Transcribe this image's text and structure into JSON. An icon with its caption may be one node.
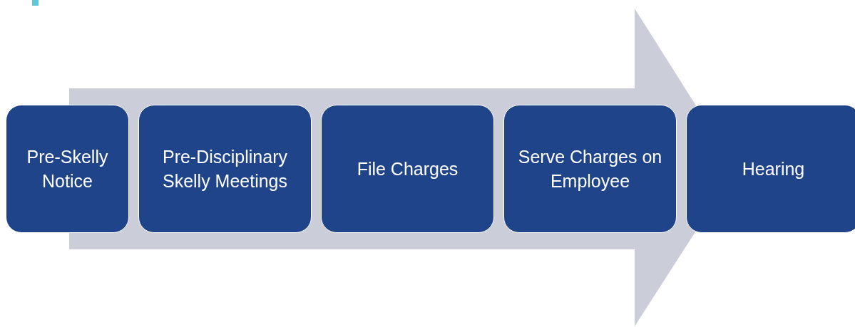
{
  "diagram": {
    "nodes": [
      {
        "text": [
          "Pre-Skelly Notice"
        ]
      },
      {
        "text": [
          "Pre-Disciplinary Skelly Meetings"
        ]
      },
      {
        "text": [
          "File Charges"
        ]
      },
      {
        "text": [
          "Serve Charges on Employee"
        ]
      },
      {
        "text": [
          "Hearing"
        ]
      }
    ]
  }
}
